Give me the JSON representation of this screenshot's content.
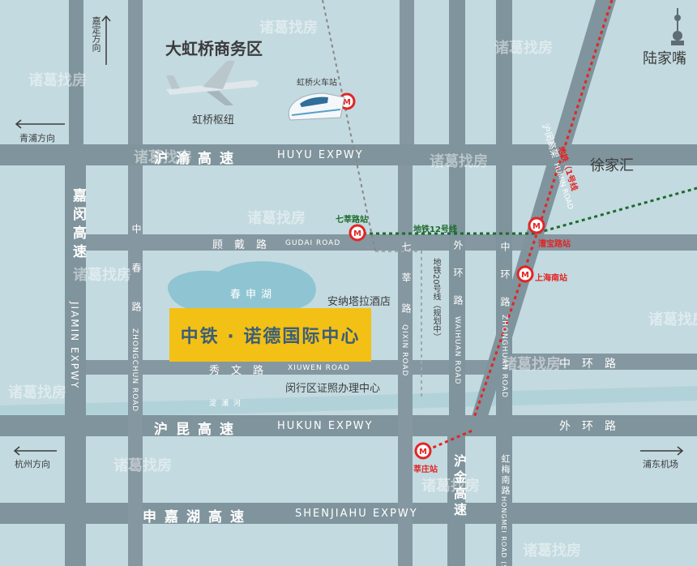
{
  "districts": {
    "hongqiao_business": "大虹桥商务区",
    "lujiazui": "陆家嘴",
    "xujiahui": "徐家汇"
  },
  "directions": {
    "jiading": "嘉定方向",
    "qingpu": "青浦方向",
    "hangzhou": "杭州方向",
    "pudong_airport": "浦东机场"
  },
  "hubs": {
    "hongqiao_hub": "虹桥枢纽",
    "hongqiao_rail": "虹桥火车站"
  },
  "roads": {
    "huyu_cn": "沪渝高速",
    "huyu_en": "HUYU EXPWY",
    "gudai_cn": "顾戴路",
    "gudai_en": "GUDAI ROAD",
    "xiuwen_cn": "秀文路",
    "xiuwen_en": "XIUWEN ROAD",
    "hukun_cn": "沪昆高速",
    "hukun_en": "HUKUN EXPWY",
    "shenjiahu_cn": "申嘉湖高速",
    "shenjiahu_en": "SHENJIAHU EXPWY",
    "jiamin_cn": "嘉闵高速",
    "jiamin_en": "JIAMIN EXPWY",
    "zhongchun_cn": "中春路",
    "zhongchun_en": "ZHONGCHUN ROAD",
    "qixin_cn": "七莘路",
    "qixin_en": "QIXIN ROAD",
    "waihuan_cn": "外环路",
    "waihuan_en": "WAIHUAN ROAD",
    "zhonghuan_cn": "中环路",
    "zhonghuan_en": "ZHONGHUAN ROAD",
    "zhonghuan_h": "中环路",
    "waihuan_h": "外环路",
    "hujin_cn": "沪金高速",
    "hongmei_cn": "虹梅南路",
    "hongmei_en": "HONGMEI ROAD (S)",
    "humin_cn": "沪闵高架",
    "humin_en": "HUMIN ROAD"
  },
  "water": {
    "chunshen_lake": "春申湖",
    "dianpu_river": "淀浦河"
  },
  "pois": {
    "ansonta": "安纳塔拉酒店",
    "minhang_cert": "闵行区证照办理中心"
  },
  "project": {
    "name": "中铁 · 诺德国际中心",
    "color": "#f3c015"
  },
  "metro": {
    "line12": "地铁12号线",
    "line1": "地铁（1号线",
    "line20": "地铁20号线（规划中）",
    "qixin_station": "七莘路站",
    "caobao_station": "漕宝路站",
    "shanghai_south": "上海南站",
    "xinzhuang_station": "莘庄站",
    "line12_color": "#1d6b2b",
    "line1_color": "#e22525"
  },
  "watermark": "诸葛找房"
}
